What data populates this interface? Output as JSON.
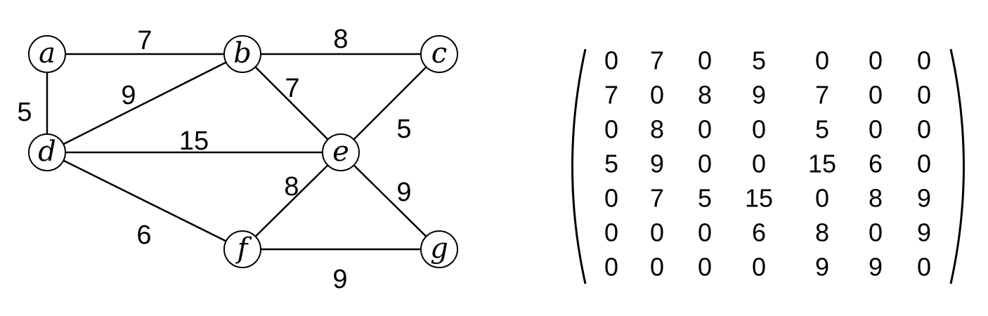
{
  "graph": {
    "nodes": [
      {
        "id": "a",
        "label": "a"
      },
      {
        "id": "b",
        "label": "b"
      },
      {
        "id": "c",
        "label": "c"
      },
      {
        "id": "d",
        "label": "d"
      },
      {
        "id": "e",
        "label": "e"
      },
      {
        "id": "f",
        "label": "f"
      },
      {
        "id": "g",
        "label": "g"
      }
    ],
    "edges": [
      {
        "from": "a",
        "to": "b",
        "weight": "7"
      },
      {
        "from": "b",
        "to": "c",
        "weight": "8"
      },
      {
        "from": "a",
        "to": "d",
        "weight": "5"
      },
      {
        "from": "d",
        "to": "b",
        "weight": "9"
      },
      {
        "from": "b",
        "to": "e",
        "weight": "7"
      },
      {
        "from": "c",
        "to": "e",
        "weight": "5"
      },
      {
        "from": "d",
        "to": "e",
        "weight": "15"
      },
      {
        "from": "f",
        "to": "e",
        "weight": "8"
      },
      {
        "from": "e",
        "to": "g",
        "weight": "9"
      },
      {
        "from": "d",
        "to": "f",
        "weight": "6"
      },
      {
        "from": "f",
        "to": "g",
        "weight": "9"
      }
    ]
  },
  "matrix": {
    "rows": [
      [
        "0",
        "7",
        "0",
        "5",
        "0",
        "0",
        "0"
      ],
      [
        "7",
        "0",
        "8",
        "9",
        "7",
        "0",
        "0"
      ],
      [
        "0",
        "8",
        "0",
        "0",
        "5",
        "0",
        "0"
      ],
      [
        "5",
        "9",
        "0",
        "0",
        "15",
        "6",
        "0"
      ],
      [
        "0",
        "7",
        "5",
        "15",
        "0",
        "8",
        "9"
      ],
      [
        "0",
        "0",
        "0",
        "6",
        "8",
        "0",
        "9"
      ],
      [
        "0",
        "0",
        "0",
        "0",
        "9",
        "9",
        "0"
      ]
    ]
  }
}
